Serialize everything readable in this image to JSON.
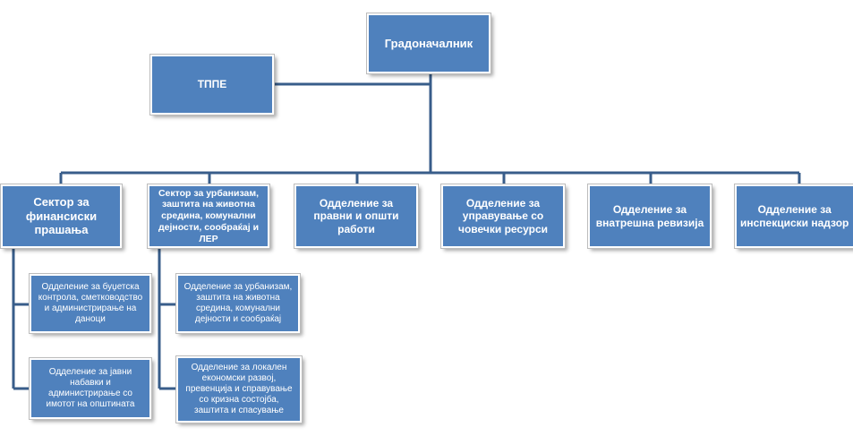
{
  "colors": {
    "box_fill": "#4f81bd",
    "connector": "#385d8a",
    "box_text": "#ffffff"
  },
  "boxes": {
    "mayor": "Градоначалник",
    "tppe": "ТППЕ",
    "finance": "Сектор за\nфинансиски\nпрашања",
    "urbanism": "Сектор за урбанизам,\nзаштита на животна\nсредина, комунални\nдејности, сообраќај  и ЛЕР",
    "legal": "Одделение за\nправни и општи\nработи",
    "hr": "Одделение за\nуправување со\nчовечки ресурси",
    "audit": "Одделение за\nвнатрешна ревизија",
    "inspection": "Одделение за\nинспекциски надзор",
    "fin_budget": "Одделение за буџетска\nконтрола, сметководство\nи администрирање на\nданоци",
    "fin_procurement": "Одделение за јавни\nнабавки и\nадминистрирање со\nимотот на општината",
    "urb_urban": "Одделение за урбанизам,\nзаштита на животна\nсредина, комунални\nдејности и сообраќај",
    "urb_led": "Одделение за локален\nекономски развој,\nпревенција и справување\nсо кризна состојба,\nзаштита и спасување"
  }
}
